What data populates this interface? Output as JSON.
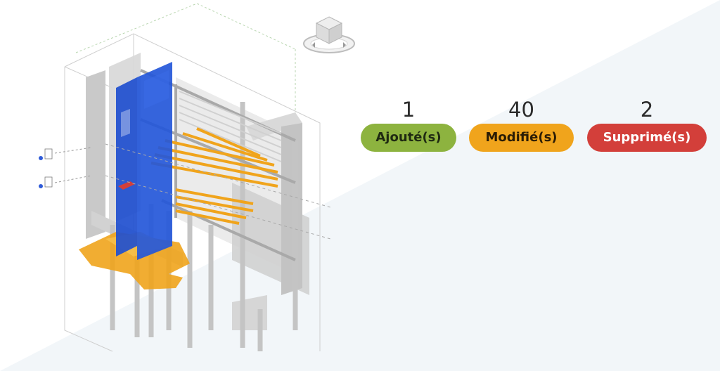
{
  "summary": {
    "added": {
      "count": "1",
      "label": "Ajouté(s)",
      "color": "#8db33f"
    },
    "modified": {
      "count": "40",
      "label": "Modifié(s)",
      "color": "#f0a41c"
    },
    "deleted": {
      "count": "2",
      "label": "Supprimé(s)",
      "color": "#d33f3a"
    }
  },
  "model": {
    "element_colors": {
      "unchanged": "#c8c8c8",
      "selected": "#1e4fd1",
      "modified": "#f0a41c",
      "deleted": "#d33f3a"
    }
  },
  "icons": [
    "view-cube-icon",
    "level-marker-icon"
  ]
}
